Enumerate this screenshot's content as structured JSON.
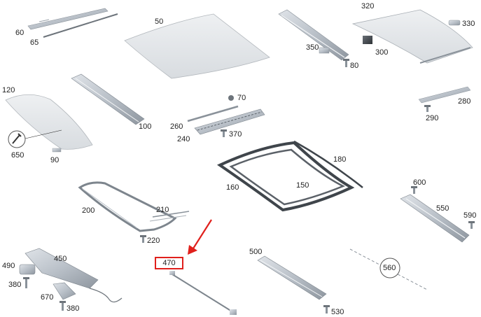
{
  "parts": {
    "p60": "60",
    "p65": "65",
    "p50": "50",
    "p350": "350",
    "p80": "80",
    "p320": "320",
    "p330": "330",
    "p300": "300",
    "p120": "120",
    "p650": "650",
    "p90": "90",
    "p100": "100",
    "p70": "70",
    "p260": "260",
    "p240": "240",
    "p370": "370",
    "p280": "280",
    "p290": "290",
    "p180": "180",
    "p160": "160",
    "p150": "150",
    "p600": "600",
    "p550": "550",
    "p590": "590",
    "p200": "200",
    "p210": "210",
    "p220": "220",
    "p490": "490",
    "p450": "450",
    "p380a": "380",
    "p670": "670",
    "p380b": "380",
    "p470": "470",
    "p500": "500",
    "p530": "530",
    "p560": "560"
  },
  "highlight": {
    "part": "470",
    "color": "#e0201c"
  }
}
